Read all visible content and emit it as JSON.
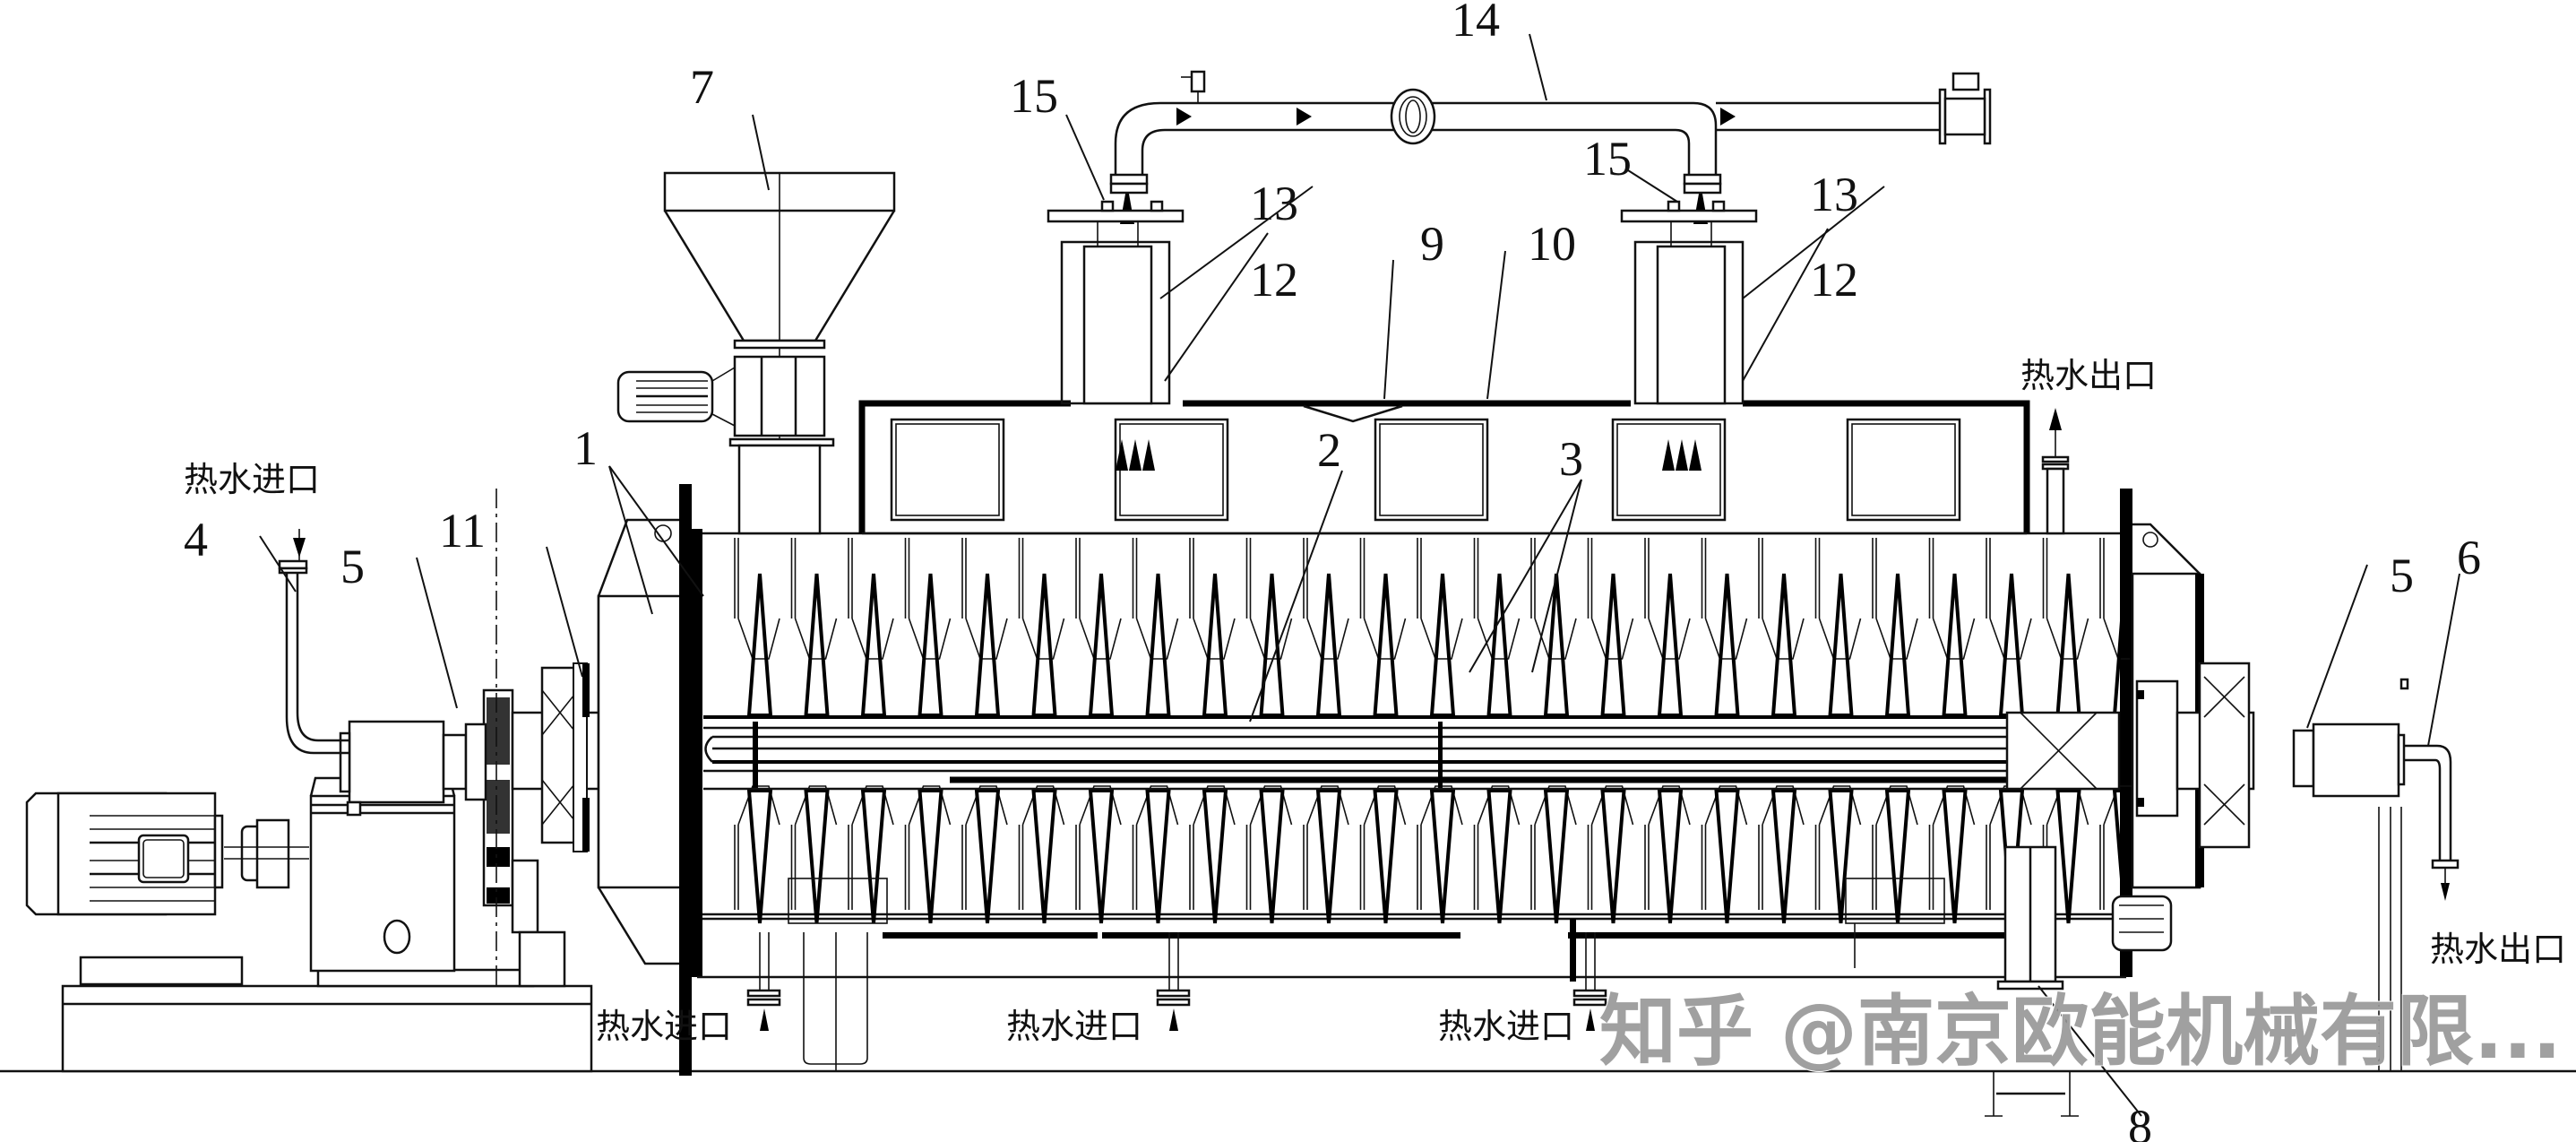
{
  "figure": {
    "title": "Hollow paddle dryer structural schematic",
    "part_labels": [
      "1",
      "2",
      "3",
      "4",
      "5",
      "5",
      "6",
      "7",
      "8",
      "9",
      "10",
      "11",
      "12",
      "12",
      "13",
      "13",
      "14",
      "15",
      "15"
    ],
    "callouts": {
      "1": "1",
      "2": "2",
      "3": "3",
      "4": "4",
      "5_left": "5",
      "5_right": "5",
      "6": "6",
      "7": "7",
      "8": "8",
      "9": "9",
      "10": "10",
      "11": "11",
      "12_left": "12",
      "12_right": "12",
      "13_left": "13",
      "13_right": "13",
      "14": "14",
      "15_left": "15",
      "15_right": "15"
    },
    "flow_labels": {
      "hot_water_inlet_left": "热水进口",
      "hot_water_inlet_bottom_1": "热水进口",
      "hot_water_inlet_bottom_2": "热水进口",
      "hot_water_inlet_bottom_3": "热水进口",
      "hot_water_outlet_top": "热水出口",
      "hot_water_outlet_right": "热水出口"
    },
    "watermark": "知乎 @南京欧能机械有限..."
  }
}
